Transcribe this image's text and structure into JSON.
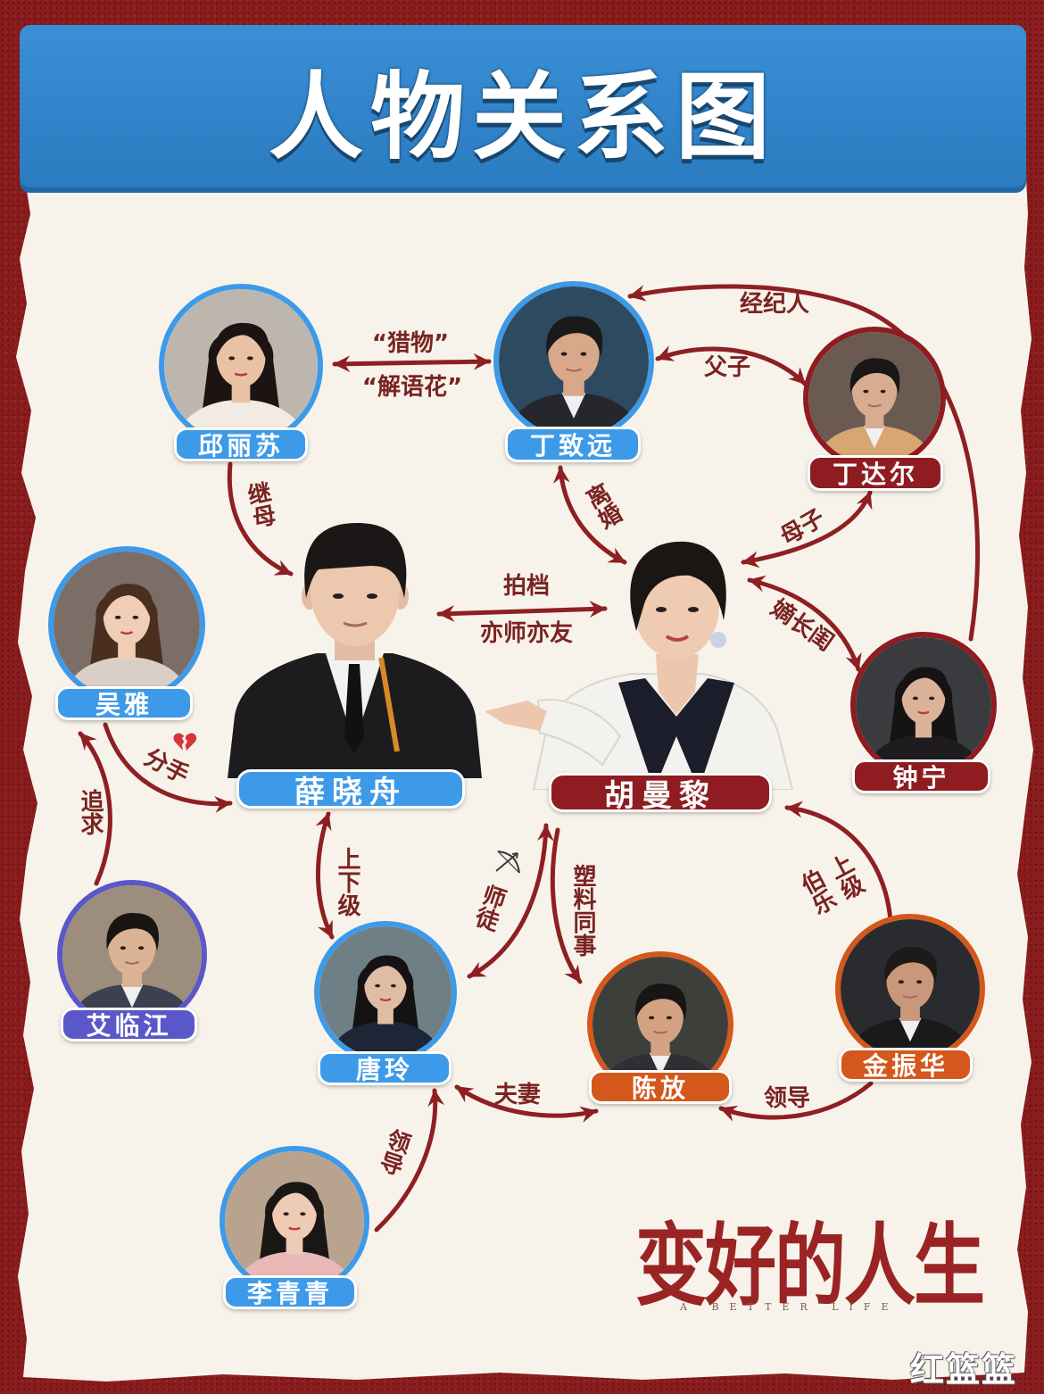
{
  "title": "人物关系图",
  "colors": {
    "border_red": "#8b1c1e",
    "paper": "#f7f3eb",
    "banner_blue": "#2a7bc0",
    "tag_blue": "#3d9ae8",
    "tag_red": "#8e1c20",
    "tag_purple": "#5a57c8",
    "tag_orange": "#d4571b",
    "arrow": "#8e1f22",
    "label": "#7a2321"
  },
  "characters": {
    "qiu_lisu": "邱丽苏",
    "ding_zhiyuan": "丁致远",
    "ding_daer": "丁达尔",
    "wu_ya": "吴雅",
    "xue_xiaozhou": "薛晓舟",
    "hu_manli": "胡曼黎",
    "zhong_ning": "钟宁",
    "ai_linjiang": "艾临江",
    "tang_ling": "唐玲",
    "chen_fang": "陈放",
    "jin_zhenhua": "金振华",
    "li_qingqing": "李青青"
  },
  "relations": {
    "qiu_ding_1": "“猎物”",
    "qiu_ding_2": "“解语花”",
    "agent": "经纪人",
    "father_son": "父子",
    "stepmother": "继母",
    "divorce": "离婚",
    "mother_son": "母子",
    "partner_1": "拍档",
    "partner_2": "亦师亦友",
    "protege": "嫡长闺",
    "breakup": "分手",
    "pursue": "追求",
    "superior_sub": "上下级",
    "master_apprentice": "师徒",
    "plastic_colleague": "塑料同事",
    "bole": "伯乐",
    "superior": "上级",
    "spouse": "夫妻",
    "leader_jin_chen": "领导",
    "leader_li_tang": "领导"
  },
  "icons": {
    "breakup": "broken-heart-icon",
    "master_apprentice": "bow-arrow-icon"
  },
  "logo": {
    "title": "变好的人生",
    "subtitle": "A BETTER LIFE"
  },
  "watermark": "红篮篮"
}
